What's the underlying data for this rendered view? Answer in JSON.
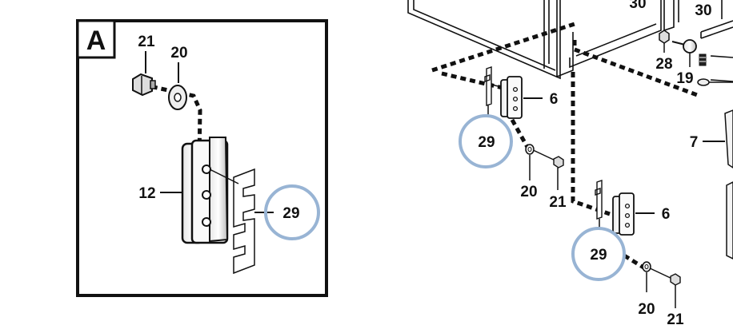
{
  "inset": {
    "letter": "A",
    "callouts": {
      "bolt": "21",
      "washer": "20",
      "hinge": "12",
      "shim": "29"
    }
  },
  "main": {
    "top_labels": {
      "frame_left": "30",
      "frame_right": "30"
    },
    "right_labels": {
      "nut": "28",
      "pin": "19",
      "panel": "7"
    },
    "upper_hinge": {
      "shim": "29",
      "hinge": "6",
      "washer": "20",
      "bolt": "21"
    },
    "lower_hinge": {
      "shim": "29",
      "hinge": "6",
      "washer": "20",
      "bolt": "21"
    }
  },
  "colors": {
    "highlight_circle": "#98b4d4",
    "line": "#111111"
  }
}
